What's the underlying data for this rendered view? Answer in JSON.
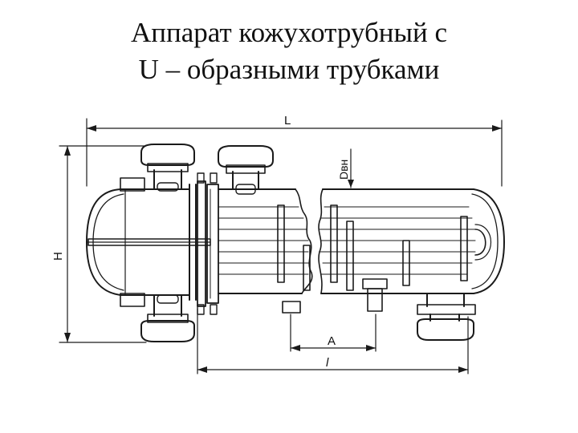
{
  "title": {
    "line1": "Аппарат кожухотрубный с",
    "line2": "U – образными трубками"
  },
  "dimensions": {
    "overall_length": "L",
    "outer_diameter": "Dвн",
    "height": "H",
    "distance_a": "A",
    "tube_length": "l"
  }
}
